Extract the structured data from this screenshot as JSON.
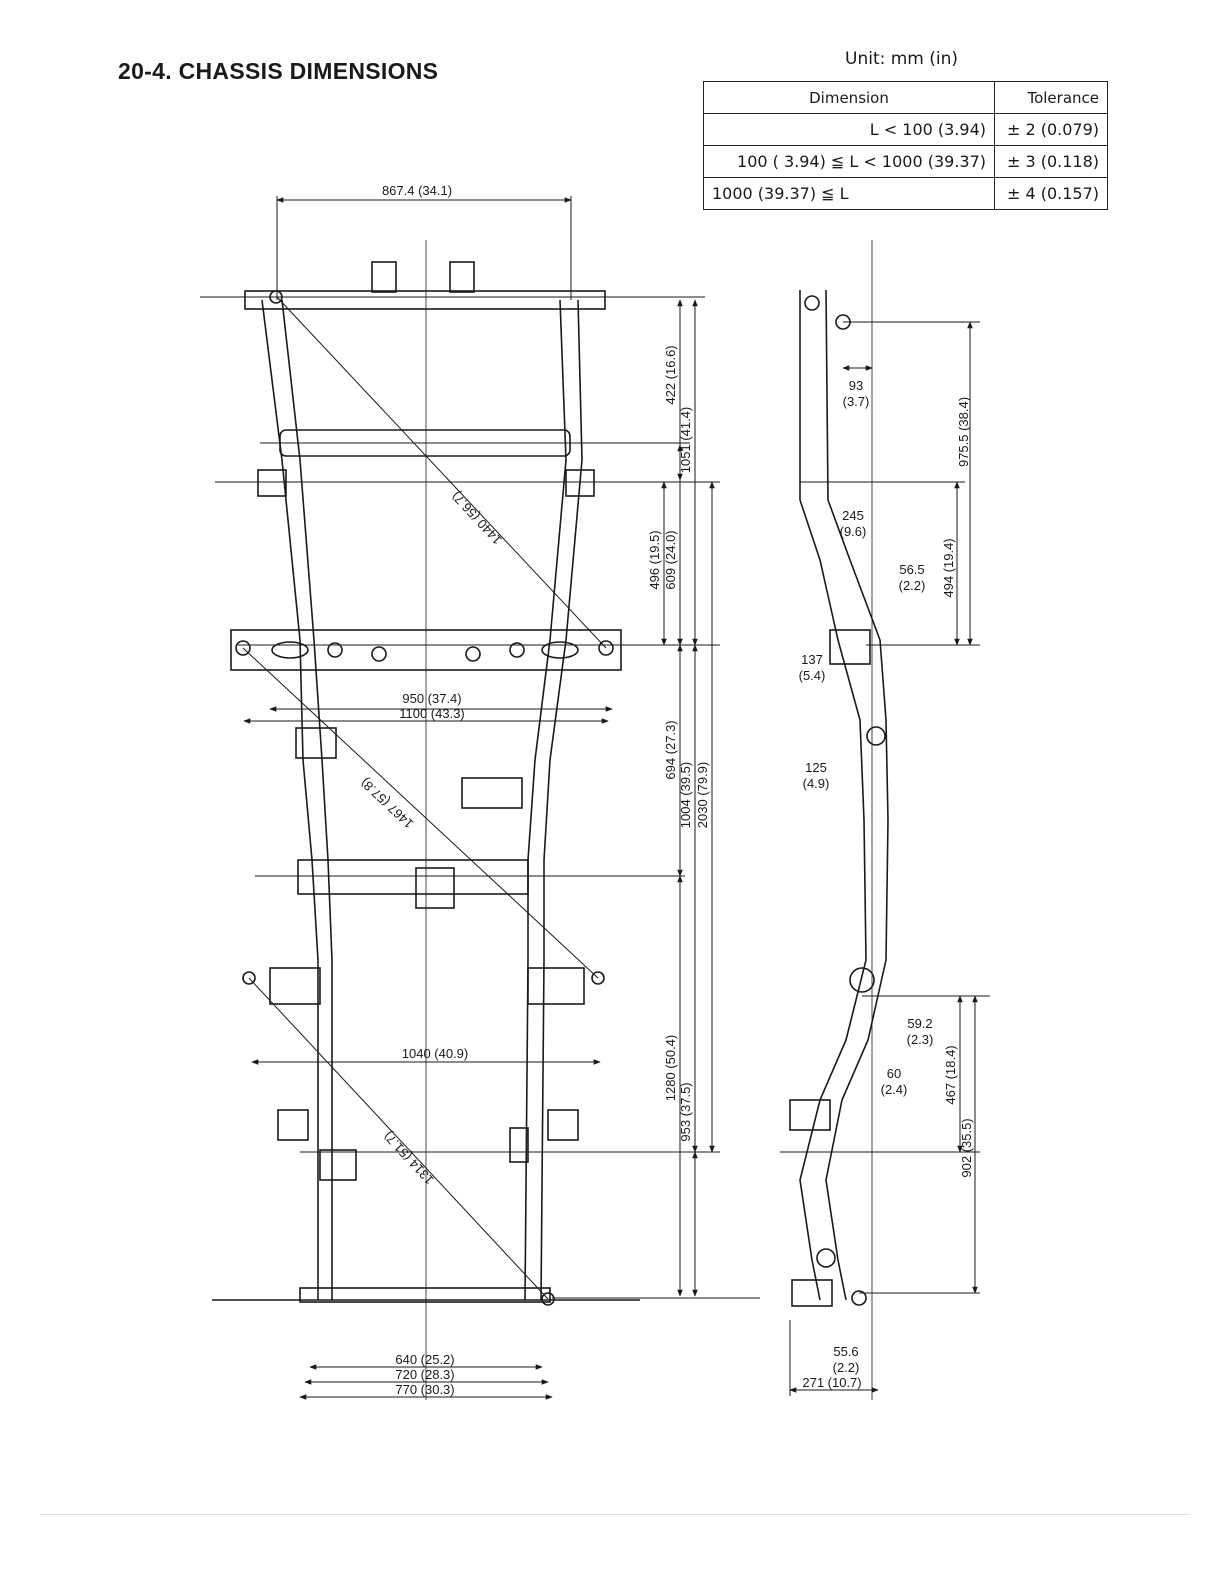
{
  "heading": "20-4.  CHASSIS DIMENSIONS",
  "unit_note": "Unit: mm (in)",
  "tolerance_table": {
    "headers": [
      "Dimension",
      "Tolerance"
    ],
    "rows": [
      {
        "dimension": "L < 100 (3.94)",
        "tolerance": "± 2 (0.079)"
      },
      {
        "dimension": "100 ( 3.94) ≦ L < 1000 (39.37)",
        "tolerance": "± 3 (0.118)"
      },
      {
        "dimension": "1000 (39.37) ≦ L",
        "tolerance": "± 4 (0.157)"
      }
    ]
  },
  "plan_view": {
    "width_top": "867.4 (34.1)",
    "width_950": "950 (37.4)",
    "width_1100": "1100 (43.3)",
    "width_1040": "1040 (40.9)",
    "width_640": "640 (25.2)",
    "width_720": "720 (28.3)",
    "width_770": "770 (30.3)",
    "diag_1440": "1440 (56.7)",
    "diag_1467": "1467 (57.8)",
    "diag_1314": "1314 (51.7)",
    "len_422": "422 (16.6)",
    "len_1051": "1051 (41.4)",
    "len_496": "496 (19.5)",
    "len_609": "609 (24.0)",
    "len_694": "694 (27.3)",
    "len_1004": "1004 (39.5)",
    "len_2030": "2030 (79.9)",
    "len_1280": "1280 (50.4)",
    "len_953": "953 (37.5)"
  },
  "side_view": {
    "d93": [
      "93",
      "(3.7)"
    ],
    "d245": [
      "245",
      "(9.6)"
    ],
    "d56_5": [
      "56.5",
      "(2.2)"
    ],
    "d137": [
      "137",
      "(5.4)"
    ],
    "d125": [
      "125",
      "(4.9)"
    ],
    "d59_2": [
      "59.2",
      "(2.3)"
    ],
    "d60": [
      "60",
      "(2.4)"
    ],
    "d55_6": [
      "55.6",
      "(2.2)"
    ],
    "d271": "271 (10.7)",
    "v975": "975.5 (38.4)",
    "v494": "494 (19.4)",
    "v467": "467 (18.4)",
    "v902": "902 (35.5)"
  }
}
